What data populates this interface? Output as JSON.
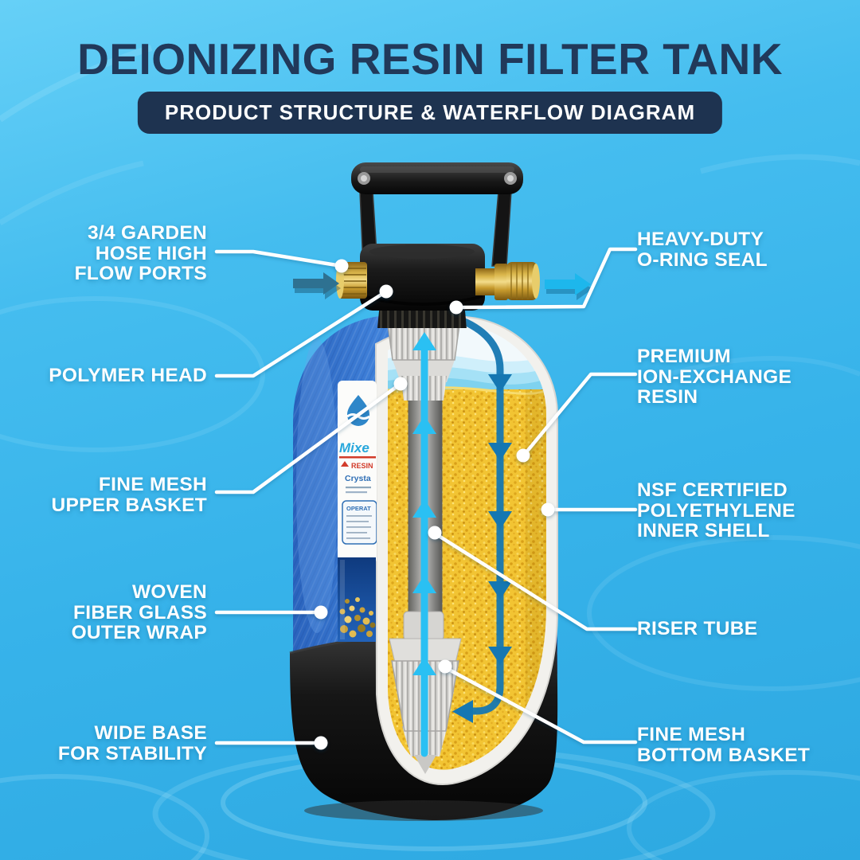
{
  "header": {
    "title": "DEIONIZING RESIN FILTER TANK",
    "subtitle": "PRODUCT STRUCTURE & WATERFLOW DIAGRAM"
  },
  "callouts": {
    "left": [
      {
        "id": "garden-hose-ports",
        "lines": [
          "3/4 GARDEN",
          "HOSE HIGH",
          "FLOW PORTS"
        ]
      },
      {
        "id": "polymer-head",
        "lines": [
          "POLYMER HEAD"
        ]
      },
      {
        "id": "fine-mesh-upper-basket",
        "lines": [
          "FINE MESH",
          "UPPER BASKET"
        ]
      },
      {
        "id": "woven-fiber-glass-outer-wrap",
        "lines": [
          "WOVEN",
          "FIBER GLASS",
          "OUTER WRAP"
        ]
      },
      {
        "id": "wide-base-for-stability",
        "lines": [
          "WIDE BASE",
          "FOR STABILITY"
        ]
      }
    ],
    "right": [
      {
        "id": "heavy-duty-o-ring-seal",
        "lines": [
          "HEAVY-DUTY",
          "O-RING SEAL"
        ]
      },
      {
        "id": "premium-ion-exchange-resin",
        "lines": [
          "PREMIUM",
          "ION-EXCHANGE",
          "RESIN"
        ]
      },
      {
        "id": "nsf-certified-inner-shell",
        "lines": [
          "NSF CERTIFIED",
          "POLYETHYLENE",
          "INNER SHELL"
        ]
      },
      {
        "id": "riser-tube",
        "lines": [
          "RISER TUBE"
        ]
      },
      {
        "id": "fine-mesh-bottom-basket",
        "lines": [
          "FINE MESH",
          "BOTTOM BASKET"
        ]
      }
    ]
  },
  "product_label": {
    "brand": "Mixe",
    "type": "RESIN",
    "series": "Crysta",
    "spec_title": "OPERAT"
  },
  "colors": {
    "background": "#38b5eb",
    "title_text": "#21395a",
    "badge_bg": "#1e3350",
    "badge_text": "#ffffff",
    "callout_text": "#ffffff",
    "flow_down_arrow": "#1577b2",
    "flow_up_arrow": "#2ac0f3",
    "inlet_arrow": "#2e7191",
    "outlet_arrow": "#1db7ec",
    "resin": "#f2c433",
    "tank_body": "#3173cf",
    "head_and_base": "#111111",
    "brass_fitting": "#cfa53c"
  }
}
